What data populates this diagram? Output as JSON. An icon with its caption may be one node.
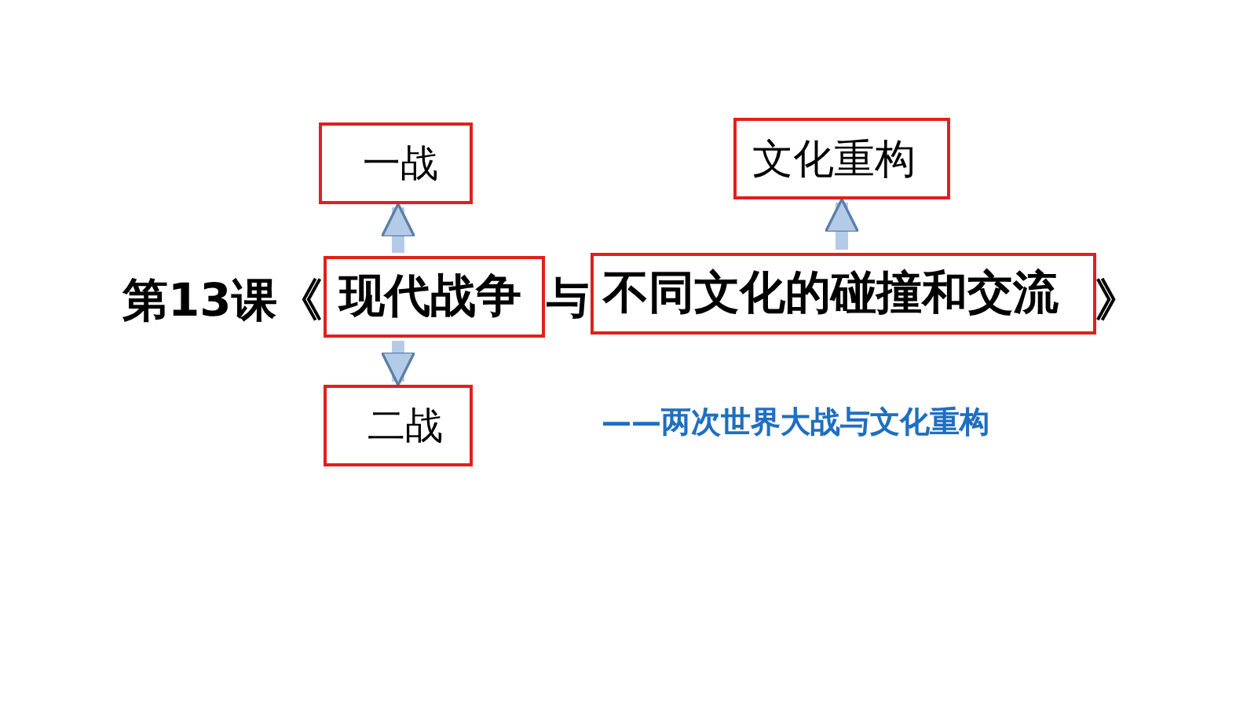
{
  "diagram": {
    "nodes": [
      {
        "text": [
          "一战"
        ]
      },
      {
        "text": [
          "文化重构"
        ]
      },
      {
        "text": [
          "现代战争"
        ]
      },
      {
        "text": [
          "不同文化的碰撞和交流"
        ]
      },
      {
        "text": [
          "二战"
        ]
      }
    ],
    "edges": [
      {
        "from": 2,
        "to": 0,
        "arrow": "to"
      },
      {
        "from": 2,
        "to": 4,
        "arrow": "to"
      },
      {
        "from": 3,
        "to": 1,
        "arrow": "to"
      }
    ],
    "labels": [
      "第13课《",
      "与",
      "》",
      "——两次世界大战与文化重构"
    ]
  }
}
